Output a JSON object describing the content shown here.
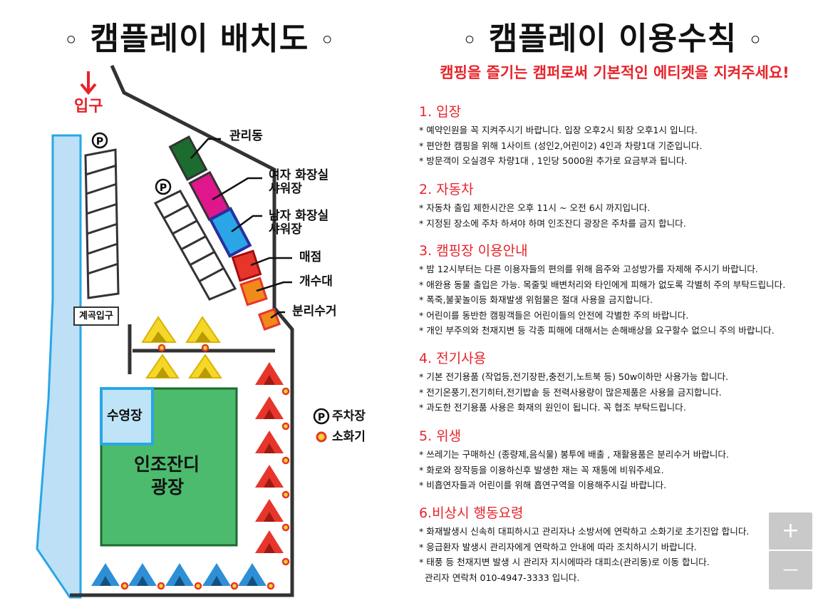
{
  "map": {
    "title": "캠플레이 배치도",
    "entrance": "입구",
    "valley_entrance": "계곡입구",
    "pool": "수영장",
    "lawn_line1": "인조잔디",
    "lawn_line2": "광장",
    "parking_symbol": "P",
    "labels": {
      "office": "관리동",
      "women_restroom_1": "여자 화장실",
      "women_restroom_2": "샤워장",
      "men_restroom_1": "남자 화장실",
      "men_restroom_2": "샤워장",
      "store": "매점",
      "sink": "개수대",
      "recycling": "분리수거"
    },
    "legend": {
      "parking": "주차장",
      "extinguisher": "소화기"
    },
    "colors": {
      "stream": "#bde0f6",
      "office": "#1c6b2f",
      "women": "#e0168c",
      "men": "#2aa6e6",
      "store": "#e8352b",
      "sink": "#f08a1a",
      "lawn": "#4cbb6e",
      "pool": "#bfe4f7",
      "tent_yellow": "#f5d72a",
      "tent_red": "#e8352b",
      "tent_blue": "#2f8fd6"
    }
  },
  "rules": {
    "title": "캠플레이 이용수칙",
    "subtitle": "캠핑을 즐기는 캠퍼로써 기본적인 에티켓을 지켜주세요!",
    "sections": [
      {
        "title": "1. 입장",
        "lines": [
          "* 예약인원을 꼭 지켜주시기 바랍니다. 입장 오후2시  퇴장 오후1시 입니다.",
          "* 편안한 캠핑을 위해 1사이트 (성인2,어린이2) 4인과 차량1대 기준입니다.",
          "* 방문객이 오실경우 차량1대 , 1인당 5000원 추가로 요금부과 됩니다."
        ]
      },
      {
        "title": "2. 자동차",
        "lines": [
          "* 자동차 출입 제한시간은 오후 11시 ~ 오전 6시 까지입니다.",
          "* 지정된 장소에 주차 하셔야 하며 인조잔디 광장은 주차를 금지 합니다."
        ]
      },
      {
        "title": "3. 캠핑장 이용안내",
        "lines": [
          "* 밤 12시부터는 다른 이용자들의 편의를 위해 음주와 고성방가를 자제해 주시기 바랍니다.",
          "* 애완용 동물 출입은 가능. 목줄및 배변처리와 타인에게 피해가 없도록 각별히 주의 부탁드립니다.",
          "* 폭죽,불꽃놀이등 화재발생 위험물은 절대 사용을 금지합니다.",
          "* 어린이를 동반한 캠핑객들은 어린이들의 안전에 각별한 주의 바랍니다.",
          "* 개인 부주의와 천재지변 등 각종 피해에 대해서는 손해배상을 요구할수 없으니 주의 바랍니다."
        ]
      },
      {
        "title": "4. 전기사용",
        "lines": [
          "* 기본 전기용품 (작업등,전기장판,충전기,노트북 등) 50w이하만 사용가능 합니다.",
          "* 전기온풍기,전기히터,전기밥솥 등 전력사용량이 많은제품은 사용을 금지합니다.",
          "* 과도한 전기용품 사용은 화재의 원인이 됩니다.  꼭 협조 부탁드립니다."
        ]
      },
      {
        "title": "5. 위생",
        "lines": [
          "* 쓰레기는 구매하신 (종량제,음식물) 봉투에 배출 , 재활용품은 분리수거 바랍니다.",
          "* 화로와 장작등을 이용하신후 발생한 재는 꼭 재통에 비워주세요.",
          "* 비흡연자들과 어린이를 위해 흡연구역을 이용해주시길 바랍니다."
        ]
      },
      {
        "title": "6.비상시 행동요령",
        "lines": [
          "* 화재발생시 신속히 대피하시고 관리자나 소방서에 연락하고 소화기로 초기진압 합니다.",
          "* 응급환자 발생시 관리자에게 연락하고 안내에 따라 조치하시기 바랍니다.",
          "* 태풍 등 천재지변 발생 시  관리자 지시에따라 대피소(관리동)로 이동 합니다.",
          "  관리자 연락처 010-4947-3333 입니다."
        ]
      }
    ]
  },
  "zoom": {
    "in": "+",
    "out": "—"
  }
}
